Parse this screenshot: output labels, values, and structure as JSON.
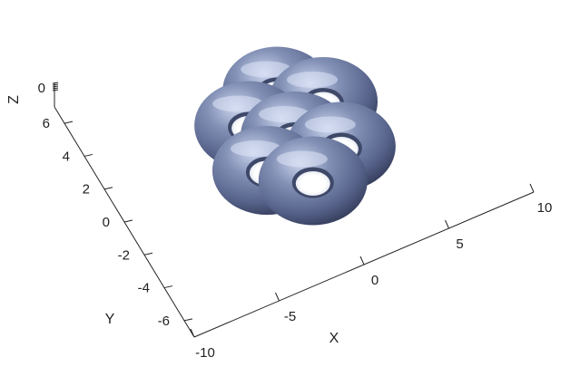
{
  "chart_data": {
    "type": "surface3d",
    "title": "",
    "surface_description": "Seven tori arranged hexagonally: one center torus and six surrounding tori",
    "surface_color": "#7080a8",
    "tori_centers": [
      [
        0,
        0
      ],
      [
        0,
        4.5
      ],
      [
        3.9,
        2.25
      ],
      [
        3.9,
        -2.25
      ],
      [
        0,
        -4.5
      ],
      [
        -3.9,
        -2.25
      ],
      [
        -3.9,
        2.25
      ]
    ],
    "x_axis": {
      "label": "X",
      "ticks": [
        -10,
        -5,
        0,
        5,
        10
      ],
      "tick_labels": [
        "-10",
        "-5",
        "0",
        "5",
        "10"
      ],
      "range": [
        -10,
        10
      ]
    },
    "y_axis": {
      "label": "Y",
      "ticks": [
        -6,
        -4,
        -2,
        0,
        2,
        4,
        6
      ],
      "tick_labels": [
        "-6",
        "-4",
        "-2",
        "0",
        "2",
        "4",
        "6"
      ],
      "range": [
        -7,
        7
      ]
    },
    "z_axis": {
      "label": "Z",
      "ticks": [
        0
      ],
      "tick_labels": [
        "0"
      ]
    },
    "grid": false,
    "view": "isometric-like 3D perspective"
  }
}
